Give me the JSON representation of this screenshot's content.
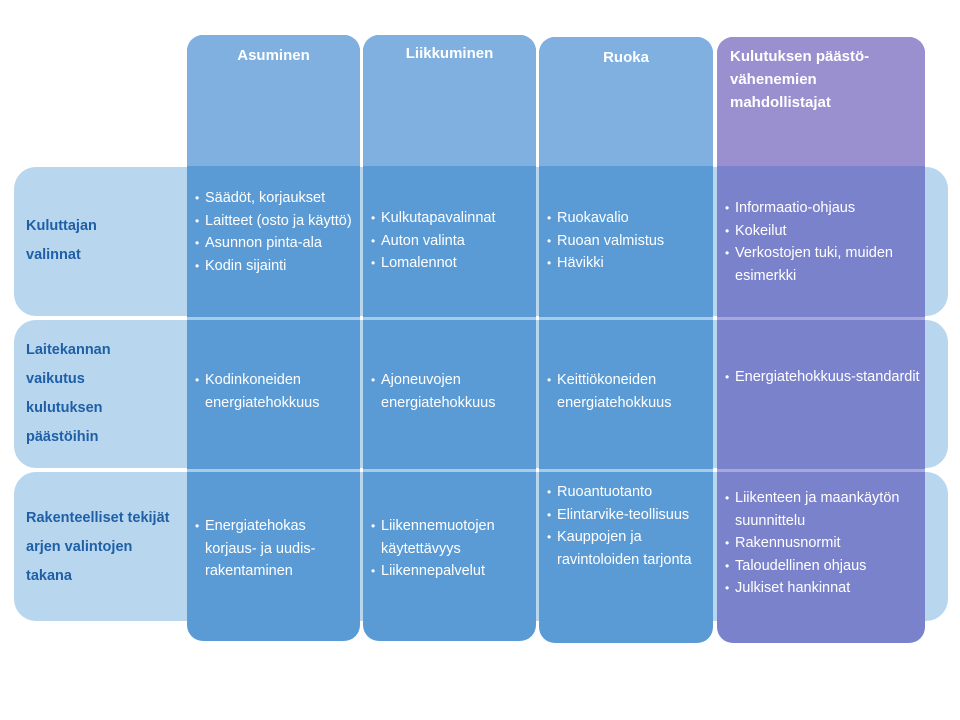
{
  "rows": [
    {
      "label": "Kuluttajan valinnat"
    },
    {
      "label": "Laitekannan vaikutus kulutuksen päästöihin"
    },
    {
      "label": "Rakenteelliset tekijät arjen valintojen takana"
    }
  ],
  "columns": [
    {
      "title": "Asuminen",
      "cells": [
        [
          "Säädöt, korjaukset",
          "Laitteet (osto ja käyttö)",
          "Asunnon pinta-ala",
          "Kodin sijainti"
        ],
        [
          "Kodinkoneiden energiatehokkuus"
        ],
        [
          "Energiatehokas korjaus- ja uudis-rakentaminen"
        ]
      ]
    },
    {
      "title": "Liikkuminen",
      "cells": [
        [
          "Kulkutapavalinnat",
          "Auton valinta",
          "Lomalennot"
        ],
        [
          "Ajoneuvojen energiatehokkuus"
        ],
        [
          "Liikennemuotojen käytettävyys",
          "Liikennepalvelut"
        ]
      ]
    },
    {
      "title": "Ruoka",
      "cells": [
        [
          "Ruokavalio",
          "Ruoan valmistus",
          "Hävikki"
        ],
        [
          "Keittiökoneiden energiatehokkuus"
        ],
        [
          "Ruoantuotanto",
          "Elintarvike-teollisuus",
          "Kauppojen ja ravintoloiden tarjonta"
        ]
      ]
    },
    {
      "title": "Kulutuksen päästö-vähenemien mahdollistajat",
      "cells": [
        [
          "Informaatio-ohjaus",
          "Kokeilut",
          "Verkostojen tuki, muiden esimerkki"
        ],
        [
          "Energiatehokkuus-standardit"
        ],
        [
          "Liikenteen ja maankäytön suunnittelu",
          "Rakennusnormit",
          "Taloudellinen ohjaus",
          "Julkiset hankinnat"
        ]
      ]
    }
  ],
  "colors": {
    "row_band": "#b9d6ef",
    "row_label": "#1f5fa6",
    "column_body": "#5b9bd5",
    "column_head": "#7fb0e0",
    "purple_body": "#7b82cc",
    "purple_head": "#9a90d0"
  }
}
